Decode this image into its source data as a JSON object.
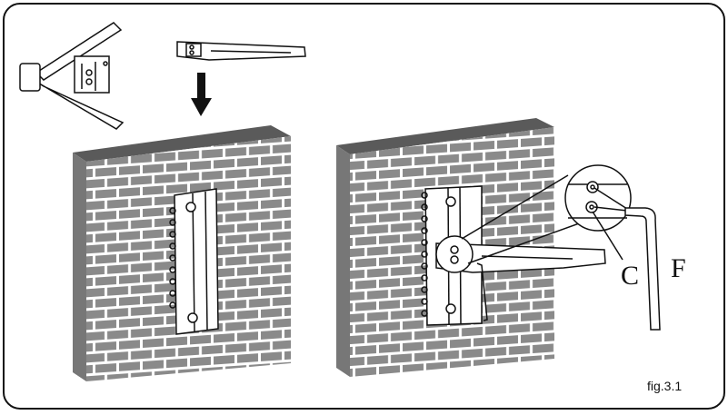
{
  "figure": {
    "caption": "fig.3.1",
    "label_c": "C",
    "label_f": "F"
  },
  "colors": {
    "brick": "#8a8a8a",
    "mortar": "#ffffff",
    "wall_top": "#5a5a5a",
    "outline": "#111111"
  }
}
